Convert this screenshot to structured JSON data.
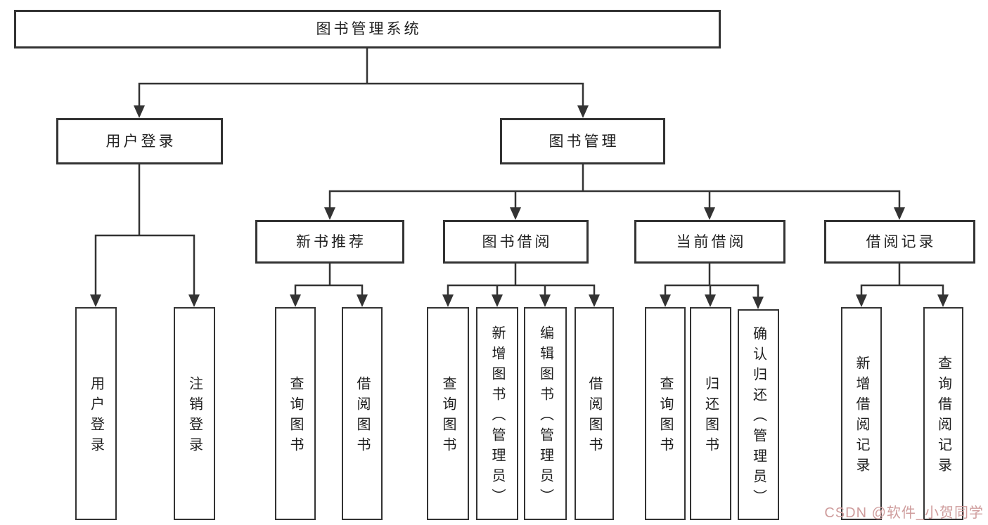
{
  "colors": {
    "line": "#333333",
    "text": "#1f1f1f",
    "box_bg": "#ffffff",
    "watermark": "#cf9d9d"
  },
  "watermark": {
    "text": "CSDN @软件_小贺同学"
  },
  "tree": {
    "label": "图书管理系统",
    "children": [
      {
        "label": "用户登录",
        "children": [
          {
            "label": "用户登录"
          },
          {
            "label": "注销登录"
          }
        ]
      },
      {
        "label": "图书管理",
        "children": [
          {
            "label": "新书推荐",
            "children": [
              {
                "label": "查询图书"
              },
              {
                "label": "借阅图书"
              }
            ]
          },
          {
            "label": "图书借阅",
            "children": [
              {
                "label": "查询图书"
              },
              {
                "label": "新增图书（管理员）"
              },
              {
                "label": "编辑图书（管理员）"
              },
              {
                "label": "借阅图书"
              }
            ]
          },
          {
            "label": "当前借阅",
            "children": [
              {
                "label": "查询图书"
              },
              {
                "label": "归还图书"
              },
              {
                "label": "确认归还（管理员）"
              }
            ]
          },
          {
            "label": "借阅记录",
            "children": [
              {
                "label": "新增借阅记录"
              },
              {
                "label": "查询借阅记录"
              }
            ]
          }
        ]
      }
    ]
  }
}
